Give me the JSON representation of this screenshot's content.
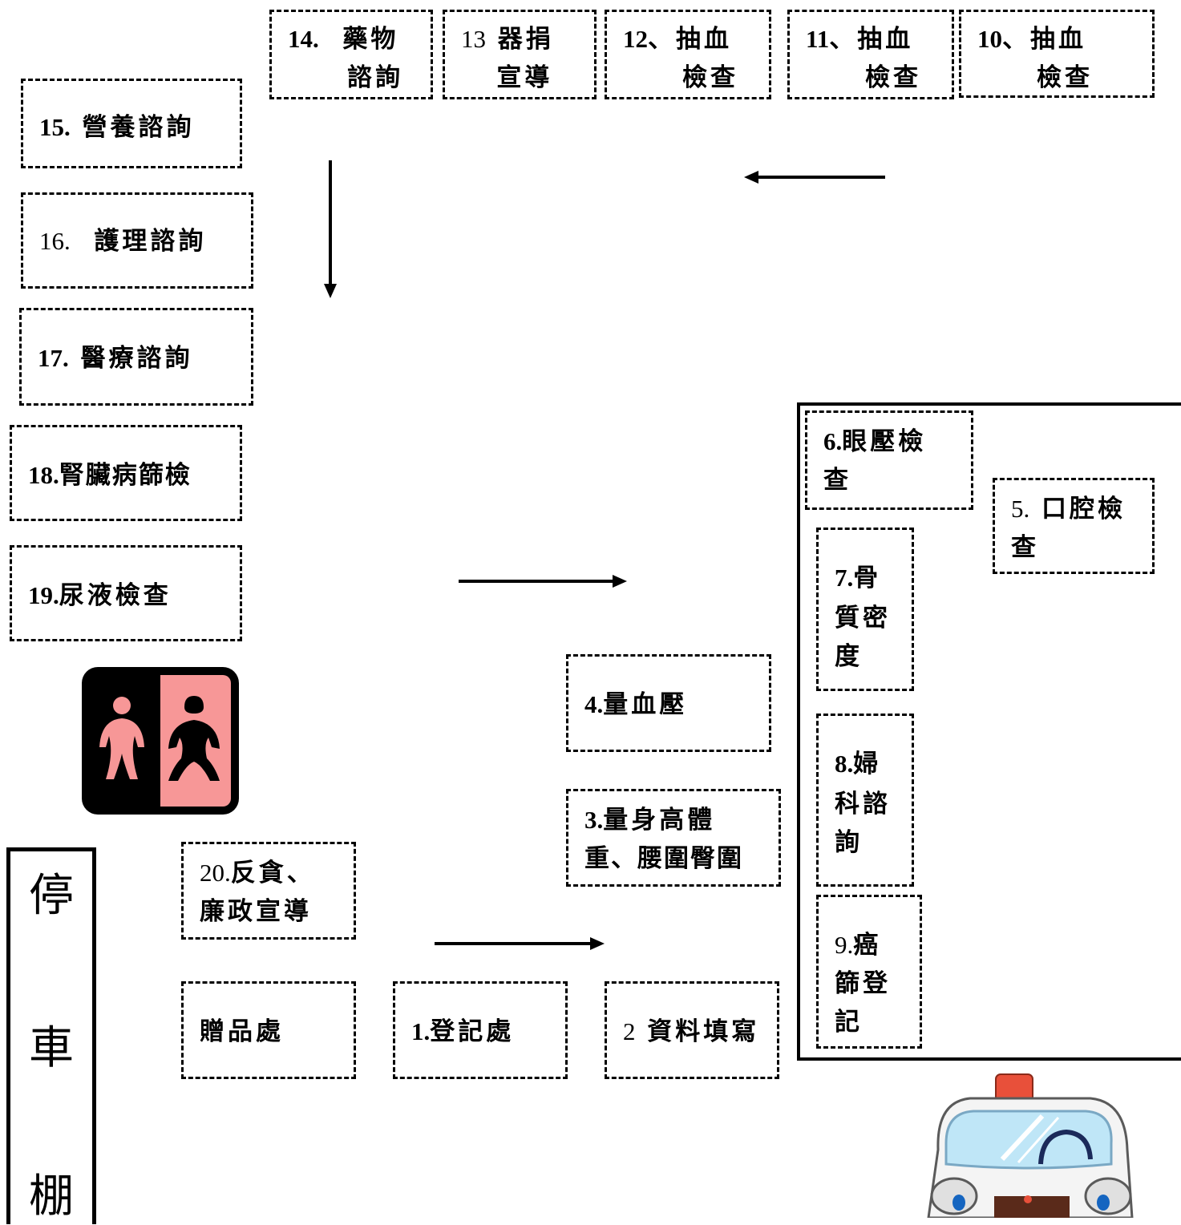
{
  "stations": {
    "s14": {
      "num": "14.",
      "l1": "  藥物",
      "l2": "     諮詢"
    },
    "s13": {
      "num": "13",
      "l1": " 器捐",
      "l2": "   宣導"
    },
    "s12": {
      "num": "12",
      "l1": "、抽血",
      "l2": "     檢查"
    },
    "s11": {
      "num": "11",
      "l1": "、抽血",
      "l2": "     檢查"
    },
    "s10": {
      "num": "10",
      "l1": "、抽血",
      "l2": "     檢查"
    },
    "s15": {
      "num": "15.",
      "l1": " 營養諮詢"
    },
    "s16": {
      "num": "16.",
      "l1": "  護理諮詢"
    },
    "s17": {
      "num": "17.",
      "l1": " 醫療諮詢"
    },
    "s18": {
      "num": "18.",
      "l1": "腎臟病篩檢"
    },
    "s19": {
      "num": "19.",
      "l1": "尿液檢查"
    },
    "s6": {
      "num": "6.",
      "l1": "眼壓檢",
      "l2": "查"
    },
    "s5": {
      "num": "5.",
      "l1": " 口腔檢",
      "l2": "查"
    },
    "s7": {
      "num": "7.",
      "l1": "骨",
      "l2": "質密",
      "l3": "度"
    },
    "s8": {
      "num": "8.",
      "l1": "婦",
      "l2": "科諮",
      "l3": "詢"
    },
    "s9": {
      "num": "9.",
      "l1": "癌",
      "l2": "篩登",
      "l3": "記"
    },
    "s4": {
      "num": "4.",
      "l1": "量血壓"
    },
    "s3": {
      "num": "3.",
      "l1": "量身高體",
      "l2": "重、腰圍臀圍"
    },
    "s20": {
      "num": "20.",
      "l1": "反貪、",
      "l2": "廉政宣導"
    },
    "gift": {
      "l1": "贈品處"
    },
    "s1": {
      "num": "1.",
      "l1": "登記處"
    },
    "s2": {
      "num": "2",
      "l1": " 資料填寫"
    }
  },
  "parking": {
    "c1": "停",
    "c2": "車",
    "c3": "棚"
  },
  "colors": {
    "restroom_pink": "#f79797",
    "restroom_bg": "#000000",
    "car_window": "#bfe6f7",
    "siren": "#e8503a"
  },
  "icons": {
    "restroom": "restroom-icon",
    "car": "ambulance-car-icon"
  }
}
